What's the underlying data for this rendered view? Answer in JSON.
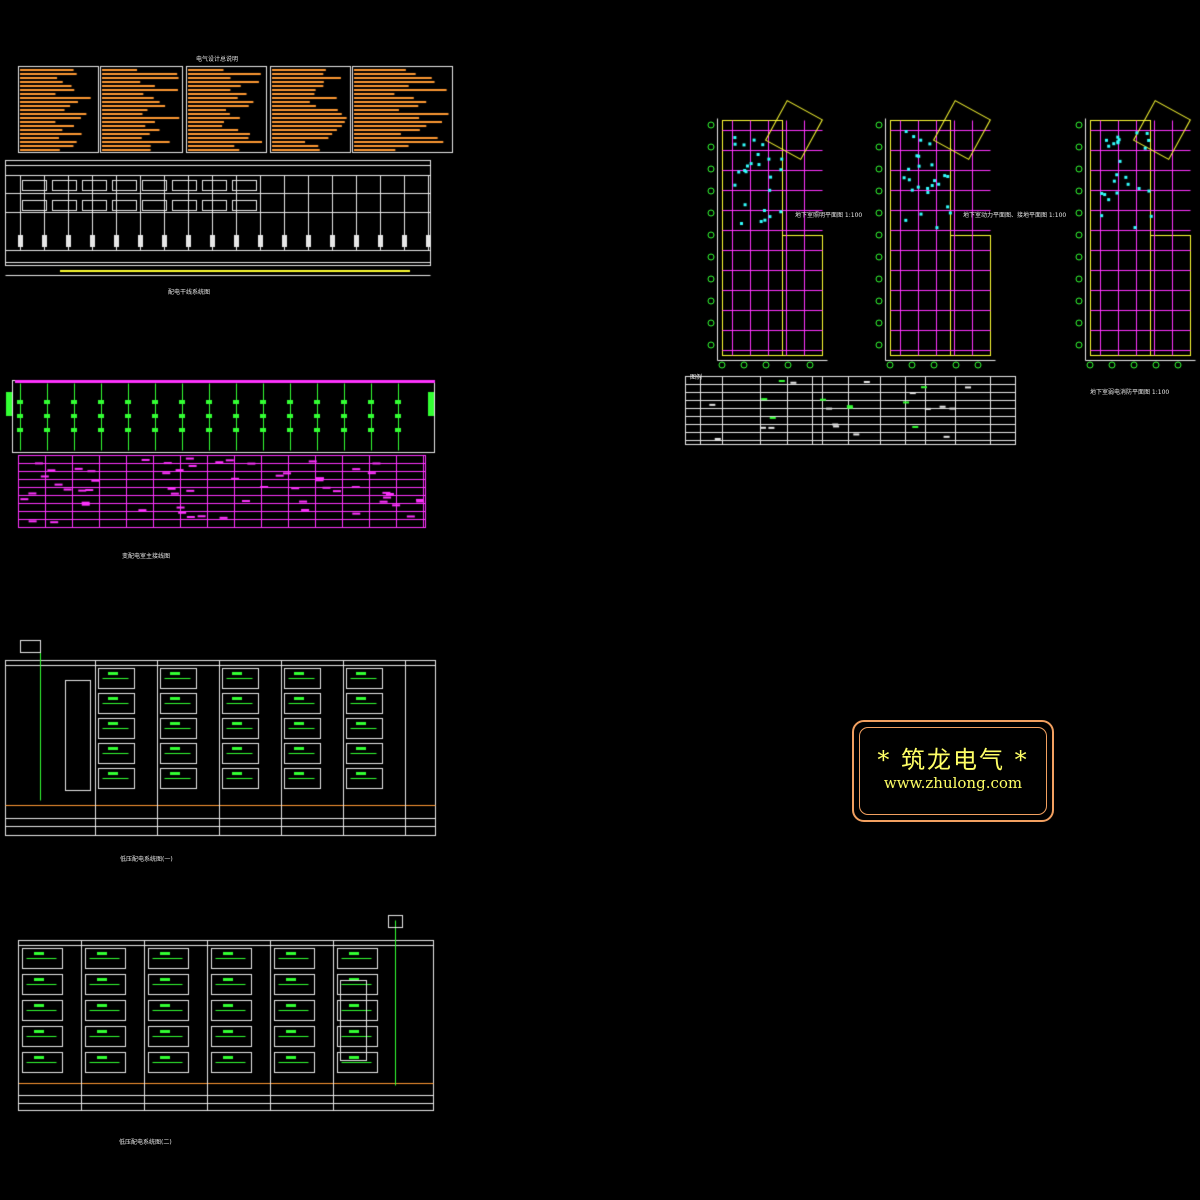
{
  "viewer": {
    "background": "#000000"
  },
  "colors": {
    "orange": "#ff9933",
    "magenta": "#ff33ff",
    "green": "#33ff33",
    "yellow": "#ffff33",
    "white": "#e8e8e8",
    "cyan": "#33ffff",
    "stamp_border": "#f2a060",
    "stamp_text": "#ffff66"
  },
  "watermark": {
    "title": "*  筑龙电气  *",
    "url": "www.zhulong.com"
  },
  "drawings": {
    "design_notes_sheet": {
      "title": "电气设计总说明"
    },
    "power_system_diagram": {
      "title": "配电干线系统图"
    },
    "mcc_schematic": {
      "title": "变配电室主接线图"
    },
    "panel_system_1": {
      "title": "低压配电系统图(一)"
    },
    "panel_system_2": {
      "title": "低压配电系统图(二)"
    },
    "floor_plan_1": {
      "title": "地下室照明平面图 1:100"
    },
    "floor_plan_2": {
      "title": "地下室动力平面图、接地平面图 1:100"
    },
    "floor_plan_3": {
      "title": "地下室弱电消防平面图 1:100"
    },
    "legend_table": {
      "title": "图例"
    }
  }
}
